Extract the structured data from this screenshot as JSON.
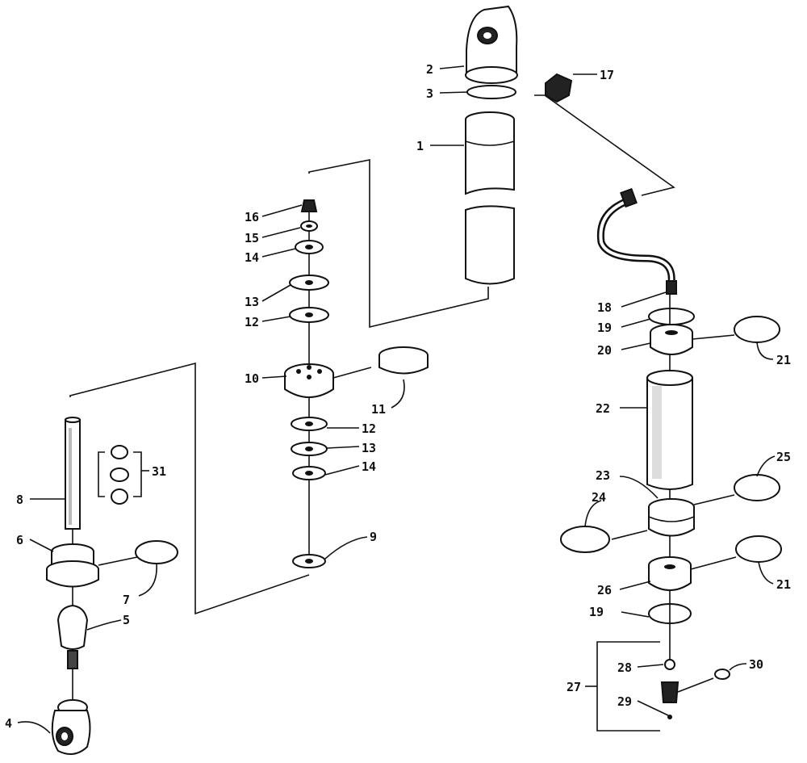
{
  "callouts": {
    "c1": "1",
    "c2": "2",
    "c3": "3",
    "c4": "4",
    "c5": "5",
    "c6": "6",
    "c7": "7",
    "c8": "8",
    "c9": "9",
    "c10": "10",
    "c11": "11",
    "c12a": "12",
    "c12b": "12",
    "c13a": "13",
    "c13b": "13",
    "c14a": "14",
    "c14b": "14",
    "c15": "15",
    "c16": "16",
    "c17": "17",
    "c18": "18",
    "c19a": "19",
    "c19b": "19",
    "c20": "20",
    "c21a": "21",
    "c21b": "21",
    "c22": "22",
    "c23": "23",
    "c24": "24",
    "c25": "25",
    "c26": "26",
    "c27": "27",
    "c28": "28",
    "c29": "29",
    "c30": "30",
    "c31": "31"
  }
}
